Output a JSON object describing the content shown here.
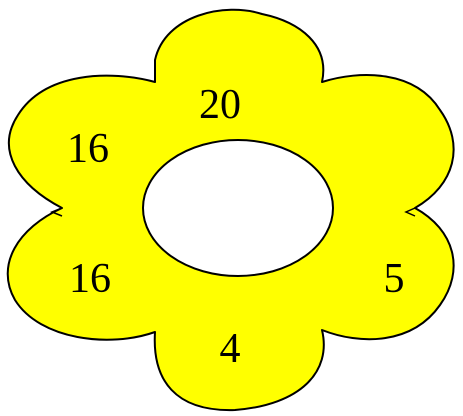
{
  "flower": {
    "fill_color": "#ffff00",
    "outline_color": "#000000",
    "center_color": "#ffffff",
    "petals": [
      {
        "position": "top",
        "value": "20"
      },
      {
        "position": "upper-right",
        "value": ""
      },
      {
        "position": "lower-right",
        "value": "5"
      },
      {
        "position": "bottom",
        "value": "4"
      },
      {
        "position": "lower-left",
        "value": "16"
      },
      {
        "position": "upper-left",
        "value": "16"
      }
    ]
  }
}
